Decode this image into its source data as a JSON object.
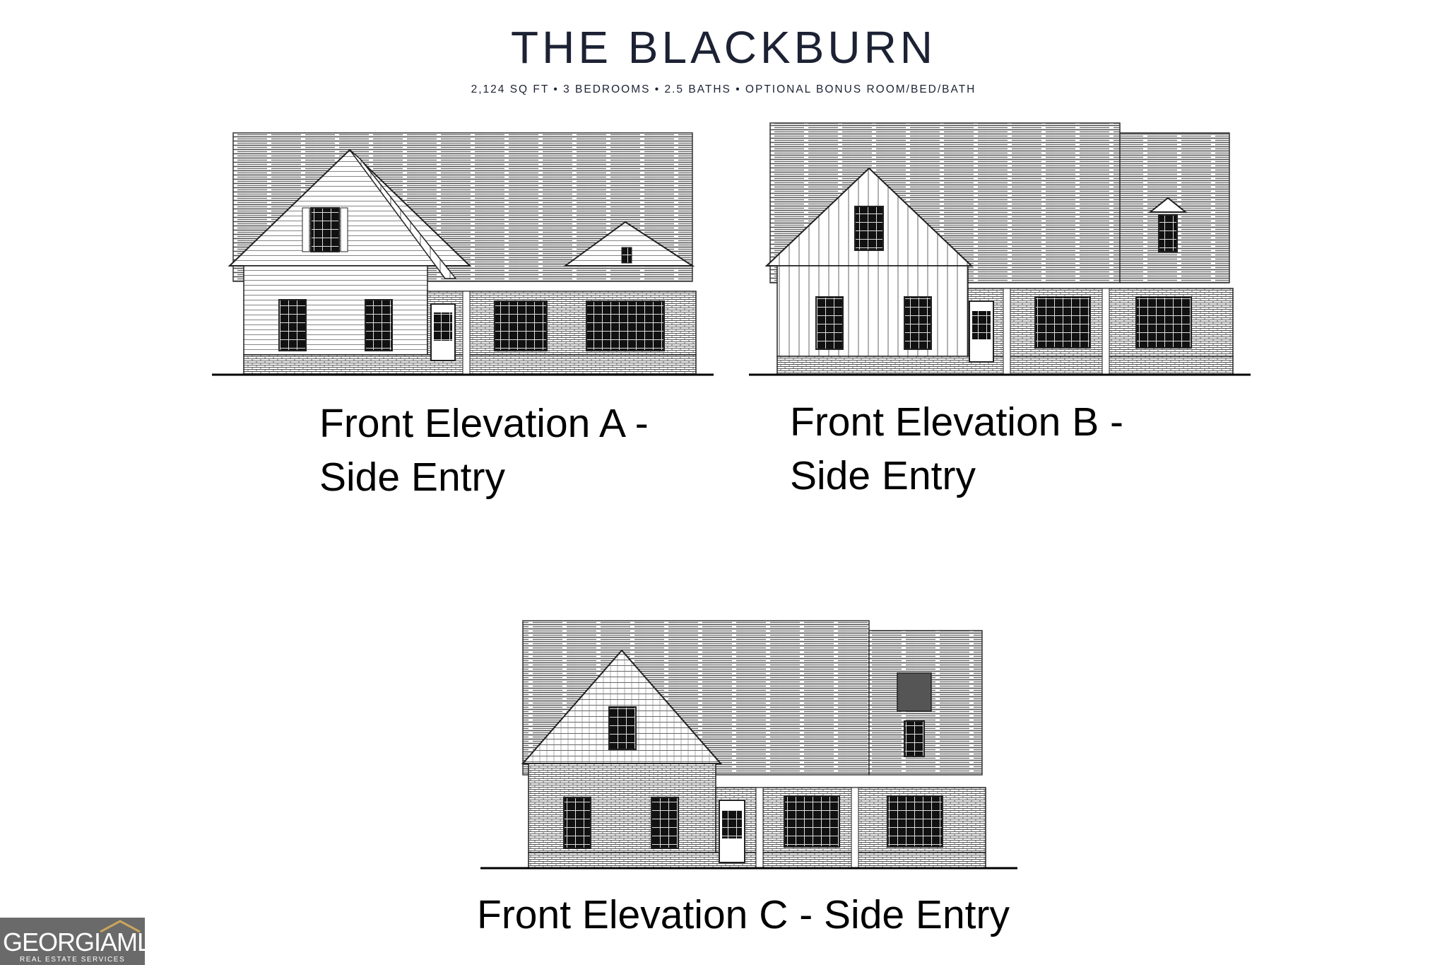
{
  "header": {
    "title": "THE BLACKBURN",
    "subtitle": "2,124  SQ FT • 3 BEDROOMS • 2.5 BATHS • OPTIONAL BONUS ROOM/BED/BATH"
  },
  "elevations": [
    {
      "caption_line1": "Front Elevation A -",
      "caption_line2": "Side Entry"
    },
    {
      "caption_line1": "Front Elevation B -",
      "caption_line2": "Side Entry"
    },
    {
      "caption": "Front Elevation C - Side Entry"
    }
  ],
  "logo": {
    "name": "GEORGIAMLS",
    "tagline": "REAL ESTATE SERVICES"
  }
}
